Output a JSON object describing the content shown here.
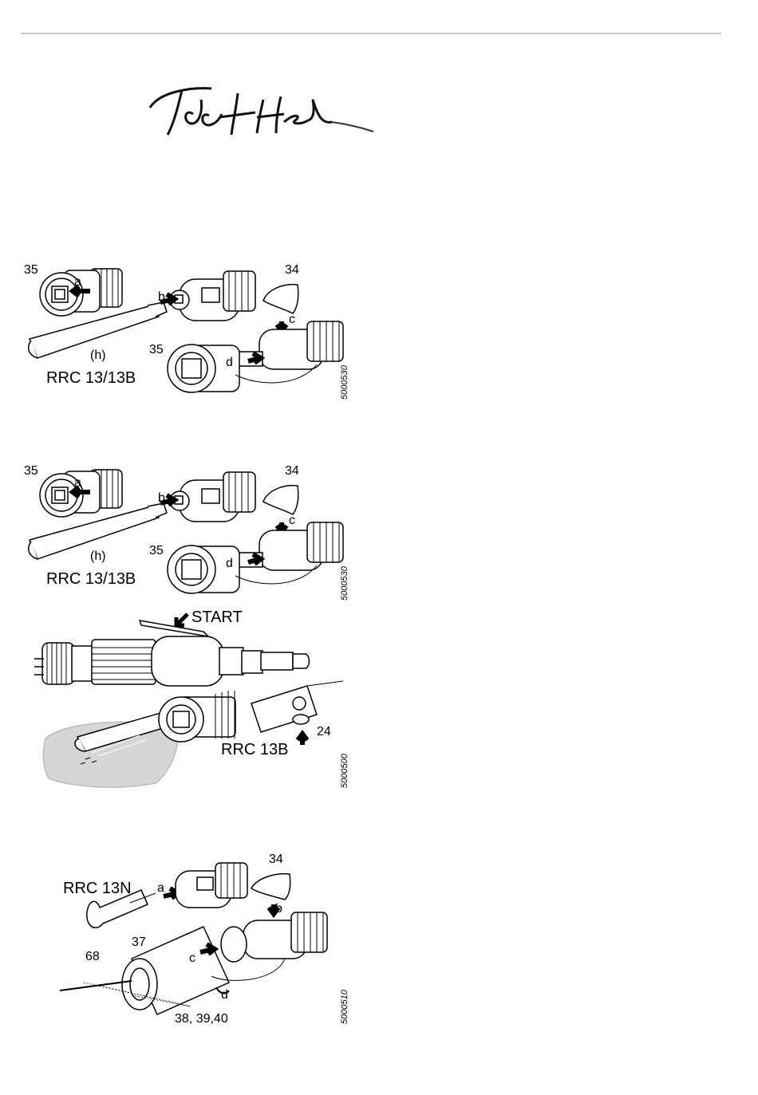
{
  "signature": "Ted Hel",
  "figures": [
    {
      "code": "5000530",
      "model": "RRC 13/13B",
      "labels": {
        "a": "a",
        "b": "b",
        "c": "c",
        "d": "d",
        "h": "(h)",
        "n35": "35",
        "n35b": "35",
        "n34": "34"
      }
    },
    {
      "code": "5000530",
      "model": "RRC 13/13B",
      "labels": {
        "a": "a",
        "b": "b",
        "c": "c",
        "d": "d",
        "h": "(h)",
        "n35": "35",
        "n35b": "35",
        "n34": "34"
      }
    },
    {
      "code": "5000500",
      "model": "RRC 13B",
      "labels": {
        "start": "START",
        "n24": "24"
      }
    },
    {
      "code": "5000510",
      "model": "RRC 13N",
      "labels": {
        "a": "a",
        "b": "b",
        "c": "c",
        "d": "d",
        "n34": "34",
        "n37": "37",
        "n68": "68",
        "n38": "38, 39,40"
      }
    }
  ]
}
